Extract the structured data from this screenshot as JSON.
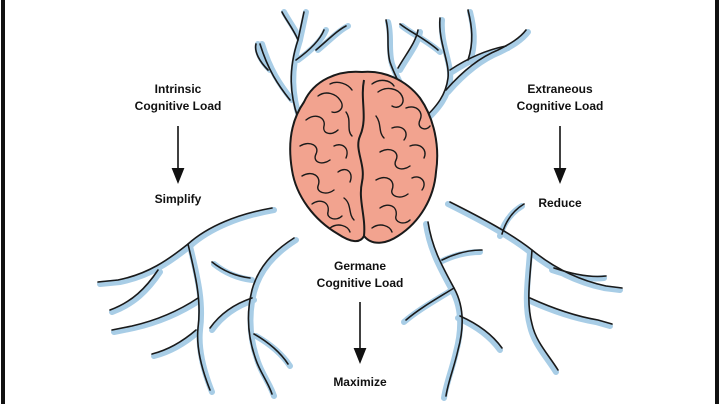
{
  "labels": {
    "intrinsic": {
      "line1": "Intrinsic",
      "line2": "Cognitive Load",
      "action": "Simplify"
    },
    "extraneous": {
      "line1": "Extraneous",
      "line2": "Cognitive Load",
      "action": "Reduce"
    },
    "germane": {
      "line1": "Germane",
      "line2": "Cognitive Load",
      "action": "Maximize"
    }
  },
  "icons": {
    "center": "brain-illustration",
    "branches": "neural-root-branches",
    "arrows": "down-arrow-icon"
  },
  "colors": {
    "brain_fill": "#f2a38f",
    "brain_outline": "#1a1a1a",
    "branch_glow": "#a8cde6",
    "branch_ink": "#1a1a1a",
    "text": "#111111"
  }
}
